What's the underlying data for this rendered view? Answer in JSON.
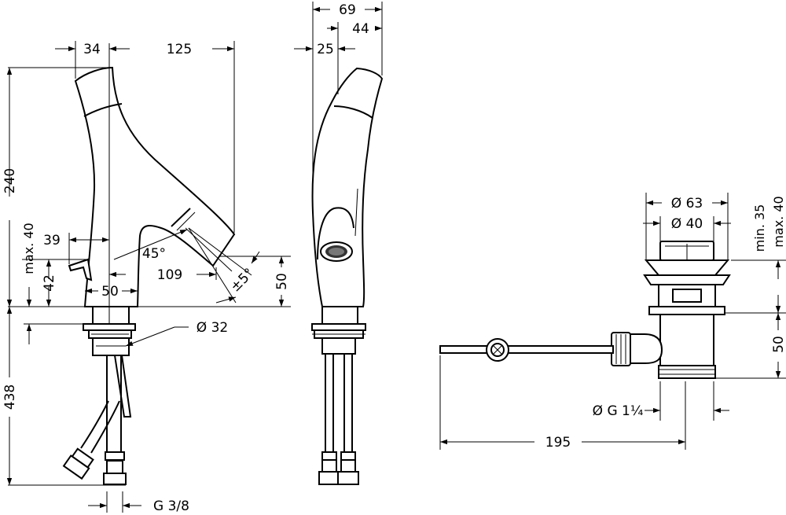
{
  "dimensions": {
    "d_34": "34",
    "d_125": "125",
    "d_69": "69",
    "d_44": "44",
    "d_25": "25",
    "d_240": "240",
    "d_max40": "max. 40",
    "d_39": "39",
    "d_42": "42",
    "d_45deg": "45°",
    "d_109": "109",
    "d_5deg": "±5°",
    "d_50_spout": "50",
    "d_50_base": "50",
    "d_dia32": "Ø 32",
    "d_438": "438",
    "d_g38": "G 3/8",
    "d_dia63": "Ø 63",
    "d_dia40": "Ø 40",
    "d_min35": "min. 35",
    "d_max40_waste": "max. 40",
    "d_50_waste": "50",
    "d_g114": "Ø G 1¼",
    "d_195": "195"
  }
}
